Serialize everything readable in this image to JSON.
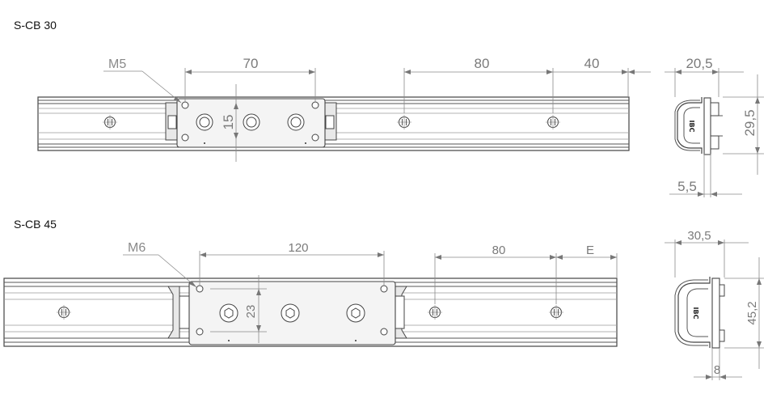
{
  "sections": [
    {
      "title": "S-CB 30",
      "thread_label": "M5",
      "dims": {
        "hole_spacing": "70",
        "pitch_1": "80",
        "pitch_2": "40",
        "plate_height": "15",
        "width": "20,5",
        "height": "29,5",
        "offset": "5,5"
      },
      "logo": "IBC"
    },
    {
      "title": "S-CB 45",
      "thread_label": "M6",
      "dims": {
        "hole_spacing": "120",
        "pitch_1": "80",
        "pitch_2": "E",
        "plate_height": "23",
        "width": "30,5",
        "height": "45,2",
        "offset": "8"
      },
      "logo": "IBC"
    }
  ]
}
